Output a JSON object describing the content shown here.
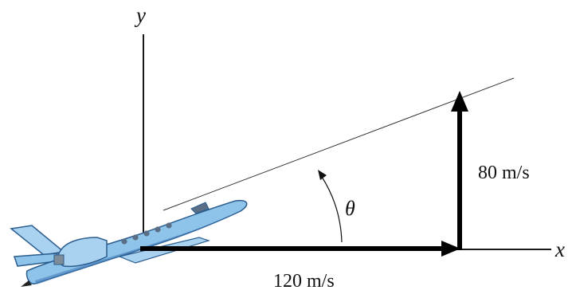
{
  "labels": {
    "x_axis": "x",
    "y_axis": "y",
    "angle": "θ",
    "horizontal_velocity": "120 m/s",
    "vertical_velocity": "80 m/s"
  },
  "colors": {
    "vector": "#000000",
    "axis": "#1a1a1a",
    "plane_body": "#8ec3ea",
    "plane_dark": "#3f78b5",
    "window": "#5a6f86"
  },
  "icons": {
    "airplane": "jet-airplane-icon"
  }
}
